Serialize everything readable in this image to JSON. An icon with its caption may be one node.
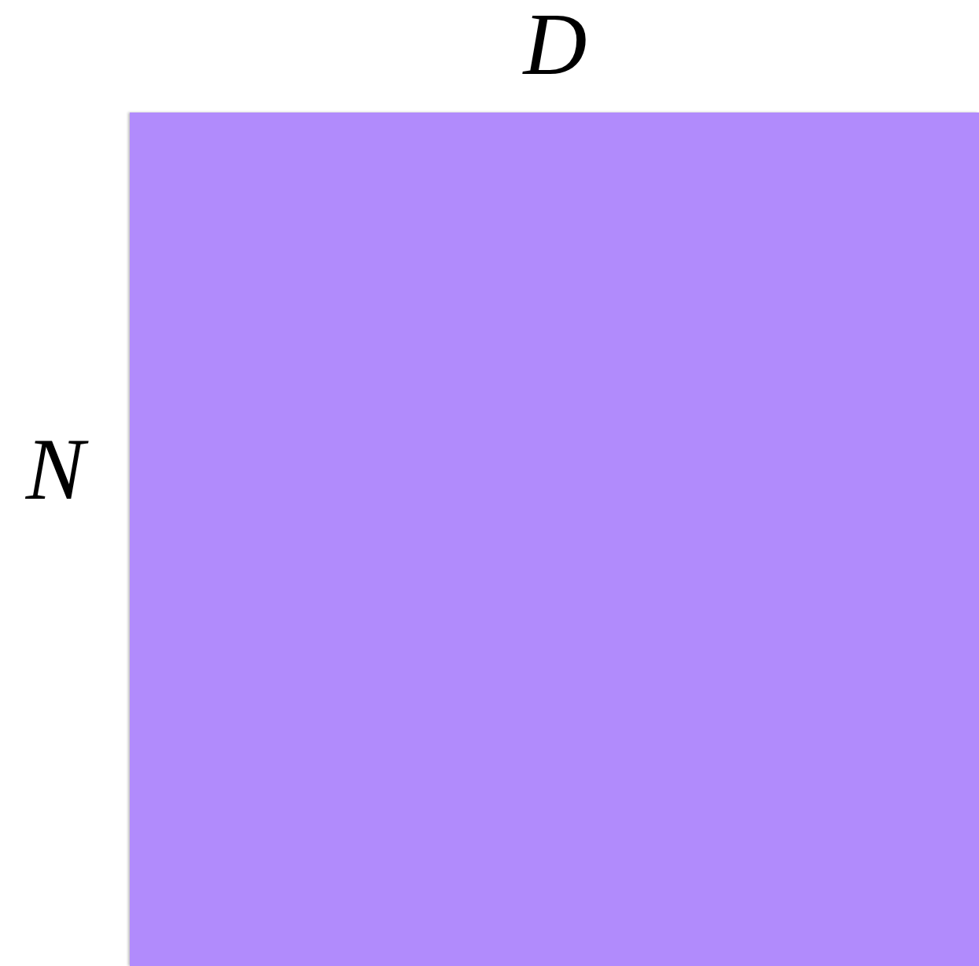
{
  "diagram": {
    "nodes": [
      {
        "text": [],
        "shape": "box"
      }
    ],
    "labels": [
      "D",
      "N"
    ]
  }
}
